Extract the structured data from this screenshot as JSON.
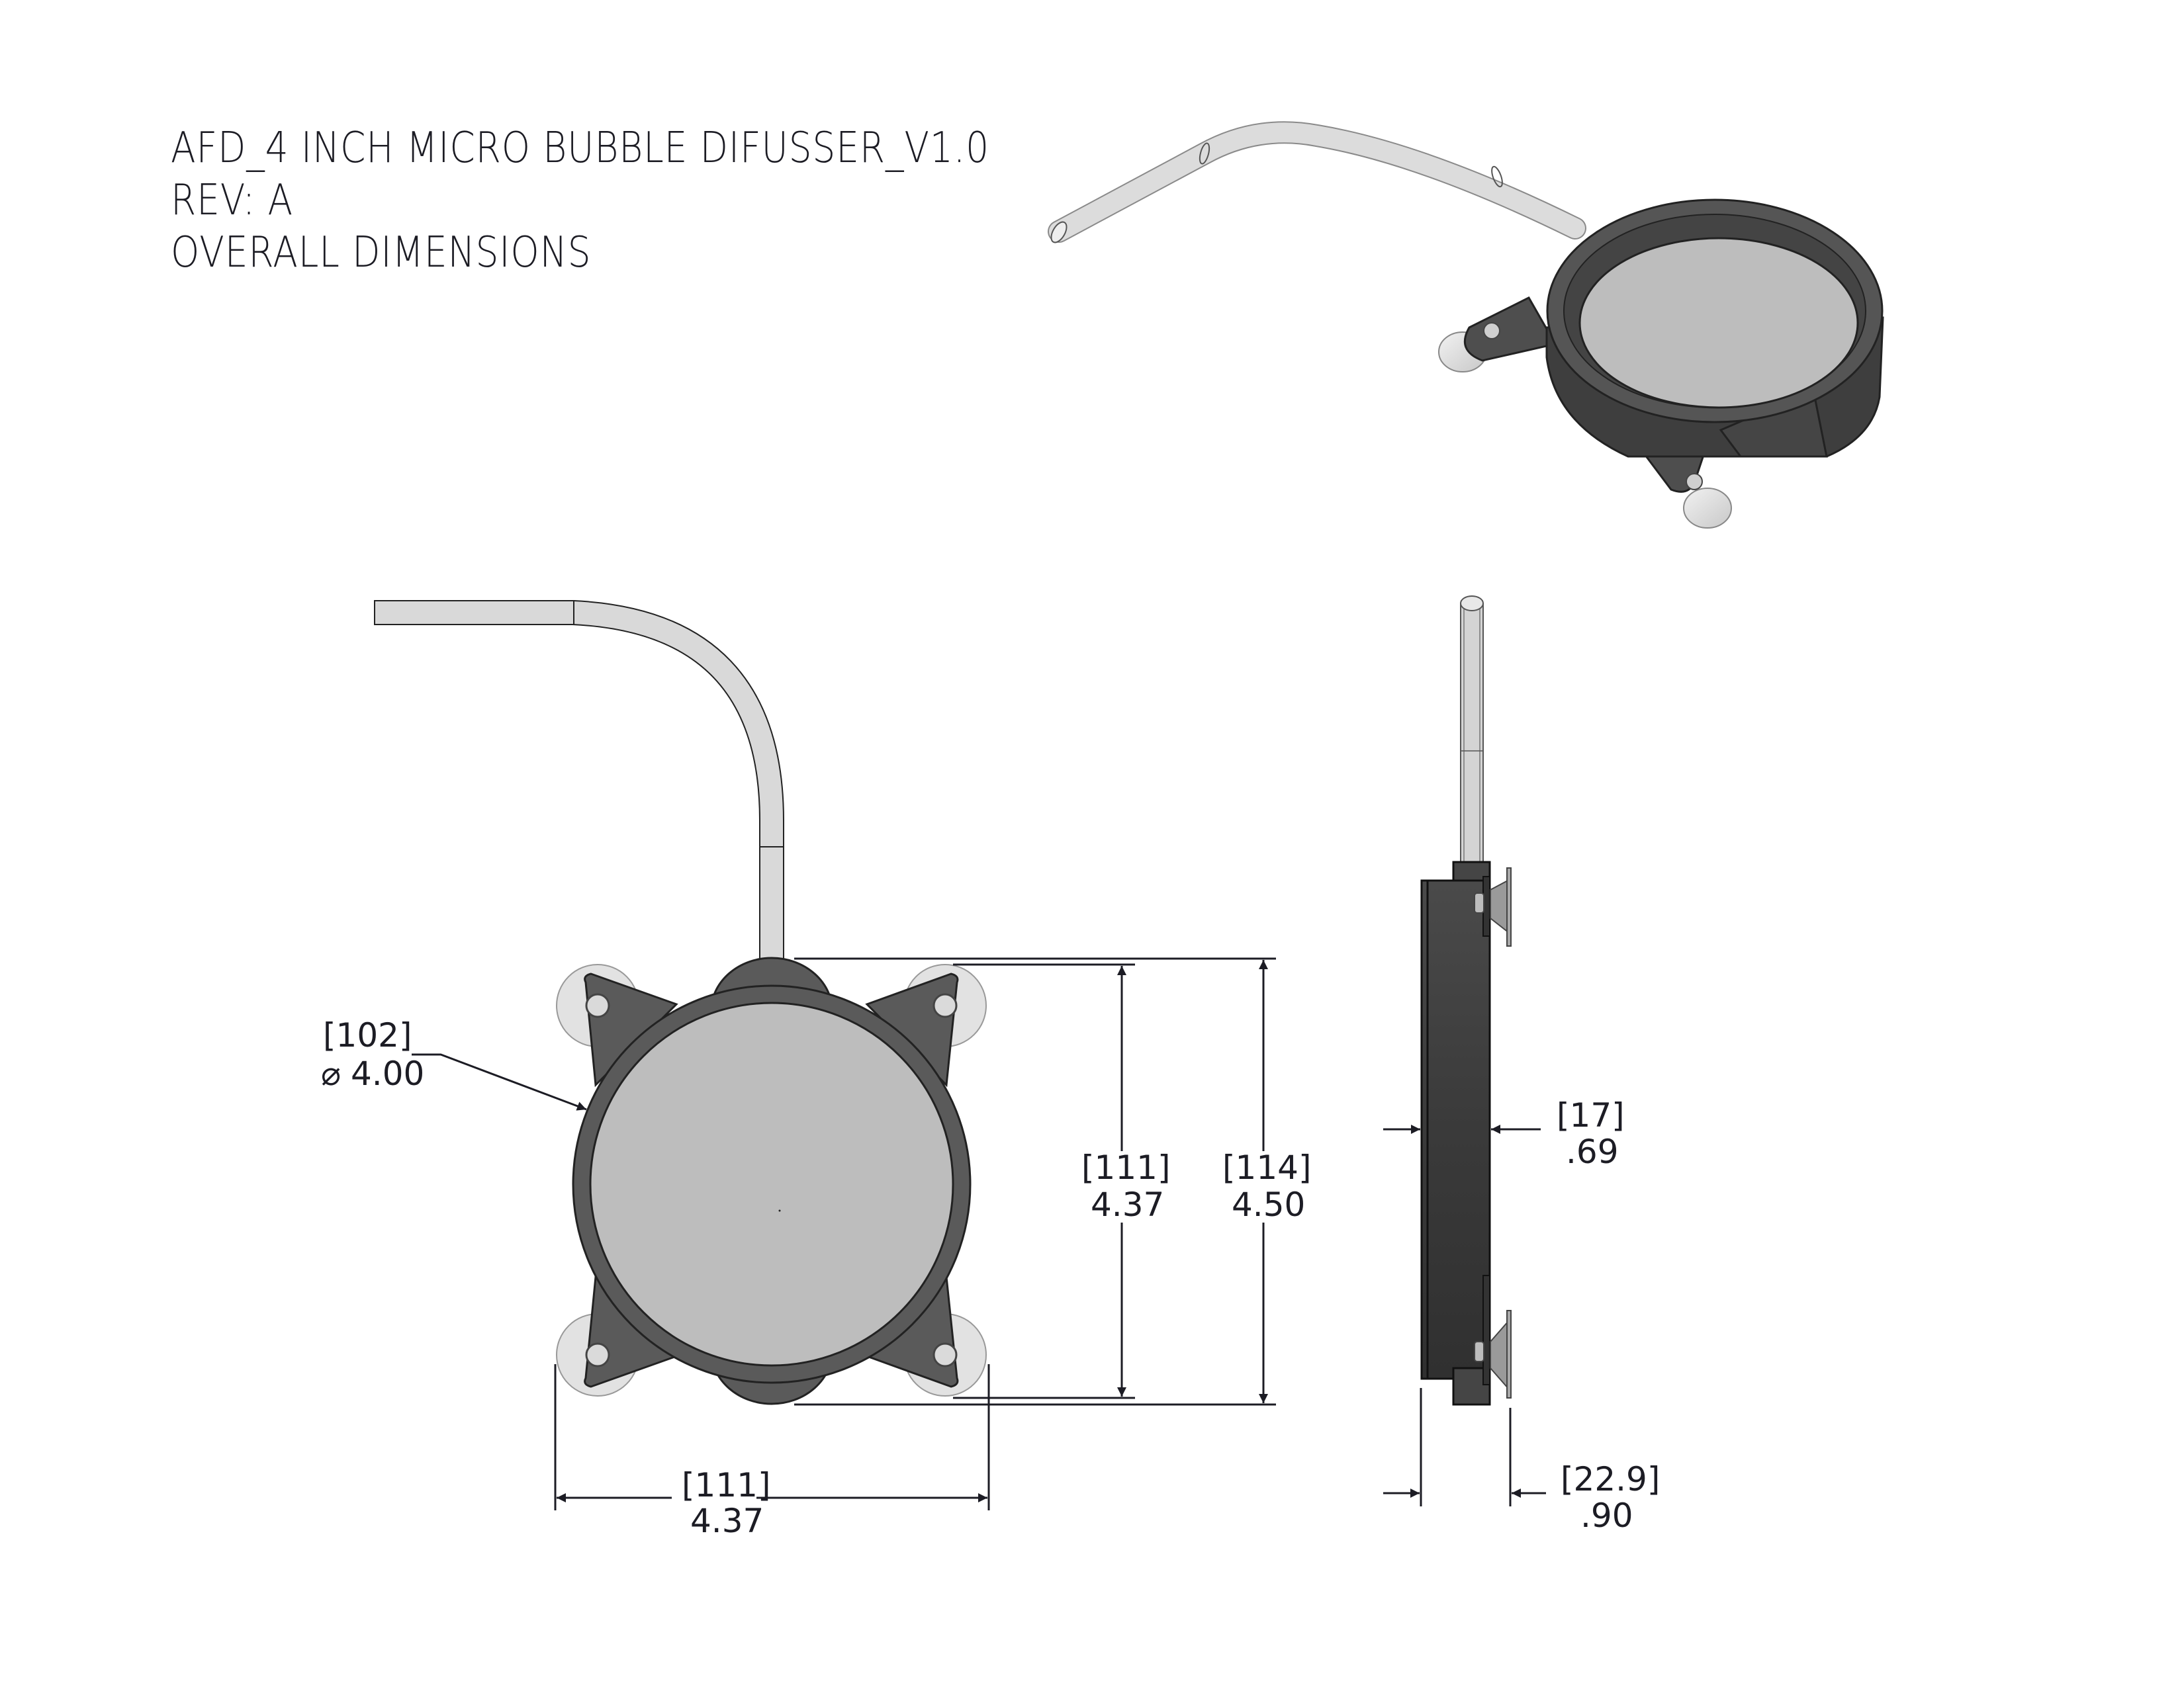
{
  "title_block": {
    "lines": [
      "AFD_4 INCH MICRO BUBBLE DIFUSSER_V1.0",
      "REV: A",
      "OVERALL DIMENSIONS"
    ]
  },
  "colors": {
    "body_dark": "#5a5a5a",
    "body_side": "#3f3f3f",
    "diffuser_face": "#bdbdbd",
    "tube": "#d9d9d9",
    "line": "#1c1c24"
  },
  "views": {
    "isometric": {
      "label": "isometric-view"
    },
    "front": {
      "dimensions": {
        "diameter": {
          "mm": "[102]",
          "inch": "4.00",
          "symbol": "⌀"
        },
        "inner_height": {
          "mm": "[111]",
          "inch": "4.37"
        },
        "overall_height": {
          "mm": "[114]",
          "inch": "4.50"
        },
        "overall_width": {
          "mm": "[111]",
          "inch": "4.37"
        }
      }
    },
    "side": {
      "dimensions": {
        "body_thickness": {
          "mm": "[17]",
          "inch": ".69"
        },
        "overall_depth": {
          "mm": "[22.9]",
          "inch": ".90"
        }
      }
    }
  }
}
